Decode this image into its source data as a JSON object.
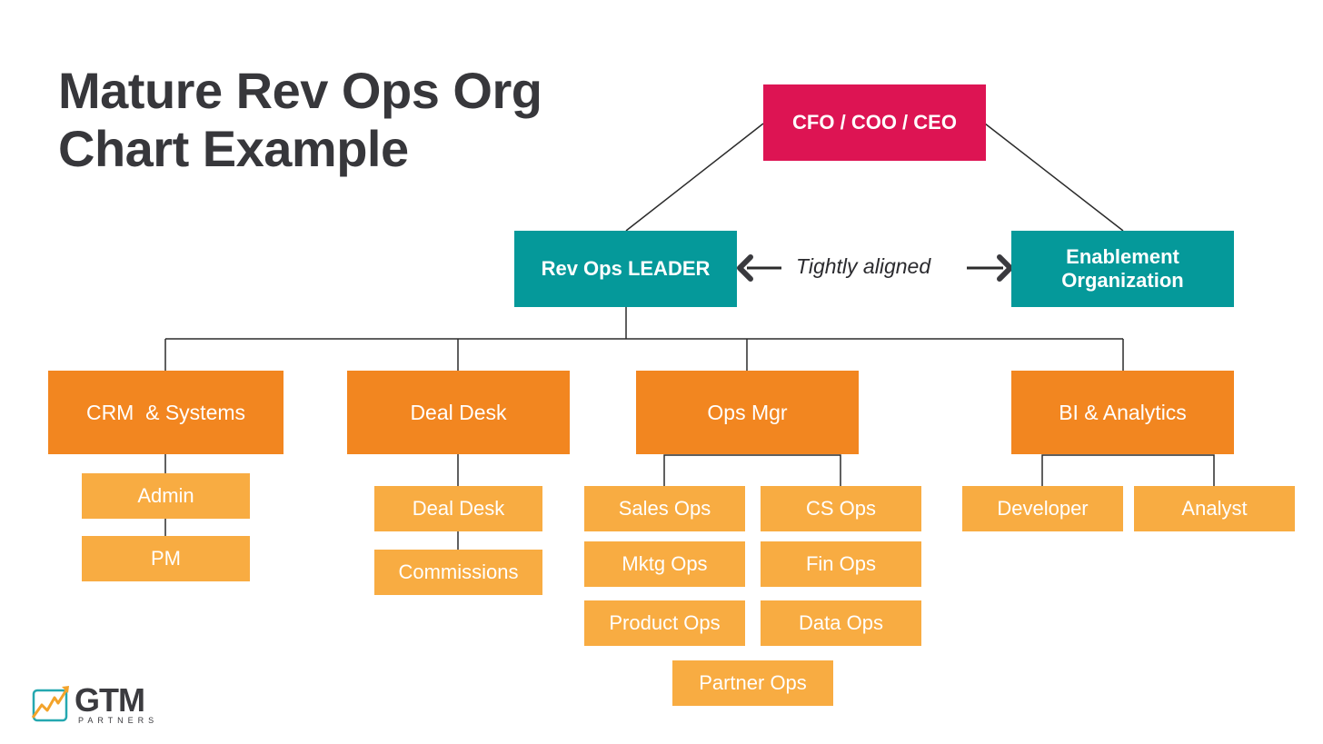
{
  "title": {
    "line1": "Mature Rev Ops Org",
    "line2": "Chart Example"
  },
  "colors": {
    "exec": "#dd1453",
    "leader": "#05999a",
    "department": "#f28620",
    "role": "#f8ac42",
    "title_text": "#37373b"
  },
  "exec": {
    "label": "CFO / COO / CEO"
  },
  "leaders": {
    "rev_ops": "Rev Ops LEADER",
    "enablement_line1": "Enablement",
    "enablement_line2": "Organization",
    "relationship": "Tightly aligned"
  },
  "departments": {
    "crm": {
      "label": "CRM  & Systems",
      "roles": [
        "Admin",
        "PM"
      ]
    },
    "deal_desk": {
      "label": "Deal Desk",
      "roles": [
        "Deal Desk",
        "Commissions"
      ]
    },
    "ops_mgr": {
      "label": "Ops Mgr",
      "roles": [
        "Sales Ops",
        "CS Ops",
        "Mktg Ops",
        "Fin Ops",
        "Product Ops",
        "Data Ops",
        "Partner Ops"
      ]
    },
    "bi": {
      "label": "BI & Analytics",
      "roles": [
        "Developer",
        "Analyst"
      ]
    }
  },
  "logo": {
    "word": "GTM",
    "sub": "PARTNERS"
  }
}
